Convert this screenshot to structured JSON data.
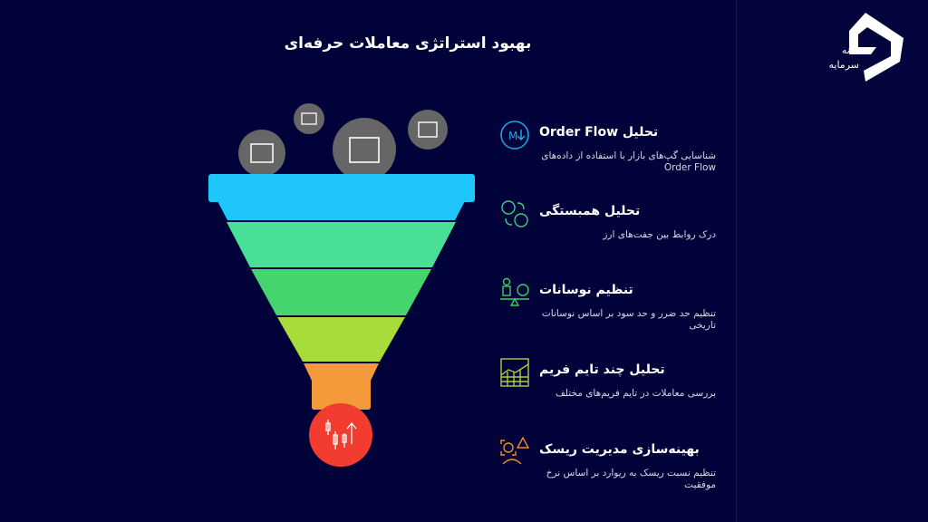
{
  "title": "بهبود استراتژی معاملات حرفه‌ای",
  "logo": {
    "text": "خانه سرمایه"
  },
  "colors": {
    "background": "#02023a",
    "band1": "#1ec6fb",
    "band2": "#48e096",
    "band3": "#45d46e",
    "band4": "#a8dc3a",
    "band5": "#f59a3a",
    "bulb": "#f23c2f",
    "bubbles": "#666666"
  },
  "items": [
    {
      "heading": "تحلیل Order Flow",
      "description": "شناسایی گپ‌های بازار با استفاده از داده‌های Order Flow",
      "icon": "markdown-down-icon",
      "color": "#1ea8e8"
    },
    {
      "heading": "تحلیل همبستگی",
      "description": "درک روابط بین جفت‌های ارز",
      "icon": "temperature-convert-icon",
      "color": "#3ccf7a"
    },
    {
      "heading": "تنظیم نوسانات",
      "description": "تنظیم حد ضرر و حد سود بر اساس نوسانات تاریخی",
      "icon": "balance-dollar-icon",
      "color": "#3ccf5a"
    },
    {
      "heading": "تحلیل چند تایم فریم",
      "description": "بررسی معاملات در تایم فریم‌های مختلف",
      "icon": "chart-grid-icon",
      "color": "#a8d03a"
    },
    {
      "heading": "بهینه‌سازی مدیریت ریسک",
      "description": "تنظیم نسبت ریسک به ریوارد بر اساس نرخ موفقیت",
      "icon": "risk-warning-icon",
      "color": "#f08a30"
    }
  ]
}
